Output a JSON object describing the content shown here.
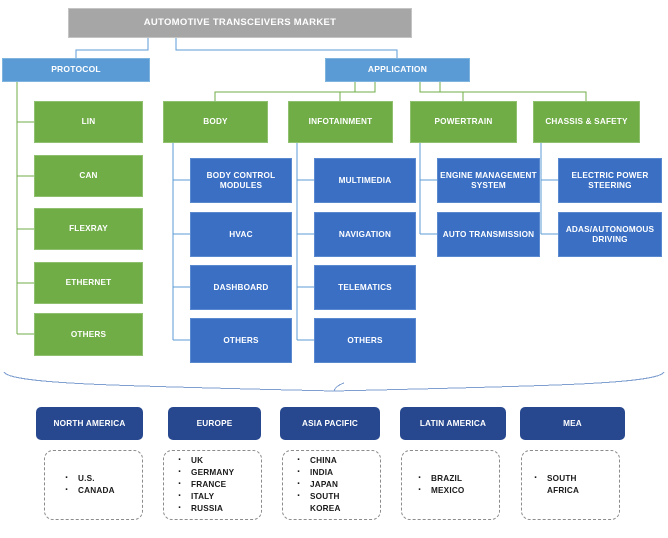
{
  "title": {
    "label": "AUTOMOTIVE TRANSCEIVERS MARKET",
    "color": "#a6a6a6"
  },
  "colors": {
    "title_gray": "#a6a6a6",
    "level1_blue": "#5b9bd5",
    "category_green": "#70ad47",
    "subcategory_blue": "#3a6fc4",
    "region_blue": "#27488f",
    "connector_green": "#70ad47",
    "connector_blue": "#5b9bd5",
    "dashed_border": "#8c8c8c"
  },
  "branches": [
    {
      "label": "PROTOCOL"
    },
    {
      "label": "APPLICATION"
    }
  ],
  "protocol": {
    "header": "PROTOCOL",
    "items": [
      {
        "label": "LIN"
      },
      {
        "label": "CAN"
      },
      {
        "label": "FLEXRAY"
      },
      {
        "label": "ETHERNET"
      },
      {
        "label": "OTHERS"
      }
    ]
  },
  "application": {
    "header": "APPLICATION",
    "categories": [
      {
        "label": "BODY",
        "items": [
          {
            "label": "BODY CONTROL MODULES"
          },
          {
            "label": "HVAC"
          },
          {
            "label": "DASHBOARD"
          },
          {
            "label": "OTHERS"
          }
        ]
      },
      {
        "label": "INFOTAINMENT",
        "items": [
          {
            "label": "MULTIMEDIA"
          },
          {
            "label": "NAVIGATION"
          },
          {
            "label": "TELEMATICS"
          },
          {
            "label": "OTHERS"
          }
        ]
      },
      {
        "label": "POWERTRAIN",
        "items": [
          {
            "label": "ENGINE MANAGEMENT SYSTEM"
          },
          {
            "label": "AUTO TRANSMISSION"
          }
        ]
      },
      {
        "label": "CHASSIS & SAFETY",
        "items": [
          {
            "label": "ELECTRIC POWER STEERING"
          },
          {
            "label": "ADAS/AUTONOMOUS DRIVING"
          }
        ]
      }
    ]
  },
  "regions": [
    {
      "label": "NORTH AMERICA",
      "countries": [
        "U.S.",
        "CANADA"
      ]
    },
    {
      "label": "EUROPE",
      "countries": [
        "UK",
        "GERMANY",
        "FRANCE",
        "ITALY",
        "RUSSIA"
      ]
    },
    {
      "label": "ASIA PACIFIC",
      "countries": [
        "CHINA",
        "INDIA",
        "JAPAN",
        "SOUTH\nKOREA"
      ]
    },
    {
      "label": "LATIN AMERICA",
      "countries": [
        "BRAZIL",
        "MEXICO"
      ]
    },
    {
      "label": "MEA",
      "countries": [
        "SOUTH\nAFRICA"
      ]
    }
  ]
}
